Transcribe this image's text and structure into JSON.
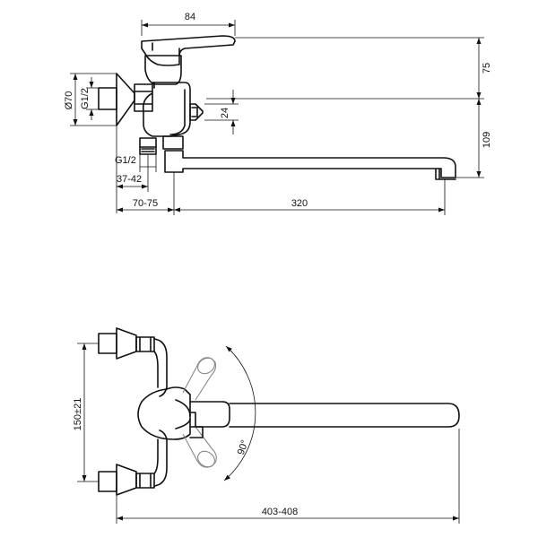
{
  "side_view": {
    "dim_handle_width": "84",
    "dim_diameter": "Ø70",
    "dim_thread_top": "G1/2",
    "dim_thread_bottom": "G1/2",
    "dim_handle_height": "75",
    "dim_diverter": "24",
    "dim_spout_height": "109",
    "dim_eccentric": "37-42",
    "dim_wall_offset": "70-75",
    "dim_spout_length": "320"
  },
  "top_view": {
    "dim_centres": "150±21",
    "dim_overall": "403-408",
    "dim_angle": "90°"
  }
}
